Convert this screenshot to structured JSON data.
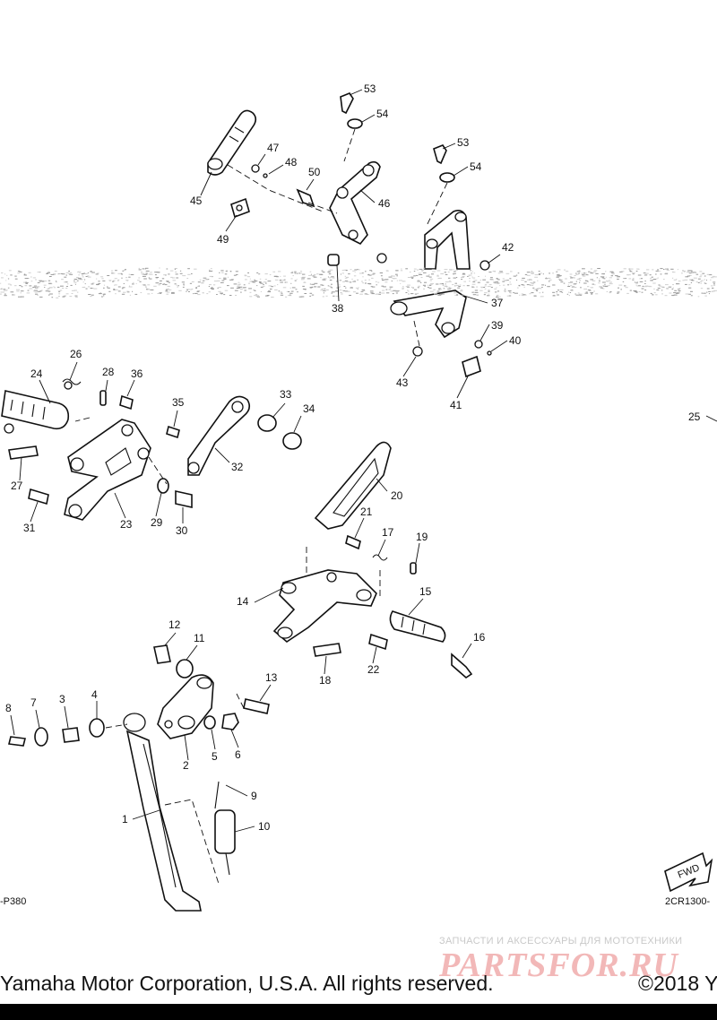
{
  "callouts": [
    "1",
    "2",
    "3",
    "4",
    "5",
    "6",
    "7",
    "8",
    "9",
    "10",
    "11",
    "12",
    "13",
    "14",
    "15",
    "16",
    "17",
    "18",
    "19",
    "20",
    "21",
    "22",
    "23",
    "24",
    "25",
    "26",
    "27",
    "28",
    "29",
    "30",
    "31",
    "32",
    "33",
    "34",
    "35",
    "36",
    "37",
    "38",
    "39",
    "40",
    "41",
    "42",
    "43",
    "45",
    "46",
    "47",
    "48",
    "49",
    "50",
    "53",
    "54",
    "53",
    "54"
  ],
  "references": {
    "left_page_ref": "-P380",
    "diagram_code": "2CR1300-",
    "fwd_label": "FWD"
  },
  "watermark": {
    "line": "ЗАПЧАСТИ И АКСЕССУАРЫ ДЛЯ МОТОТЕХНИКИ",
    "logo": "PARTSFOR.RU"
  },
  "copyright": {
    "left": "Yamaha Motor Corporation, U.S.A. All rights reserved.",
    "right": "©2018 Y"
  },
  "colors": {
    "line": "#111111",
    "watermark_text": "#c9c9c9",
    "watermark_logo": "#f2b8b8",
    "background": "#ffffff"
  }
}
